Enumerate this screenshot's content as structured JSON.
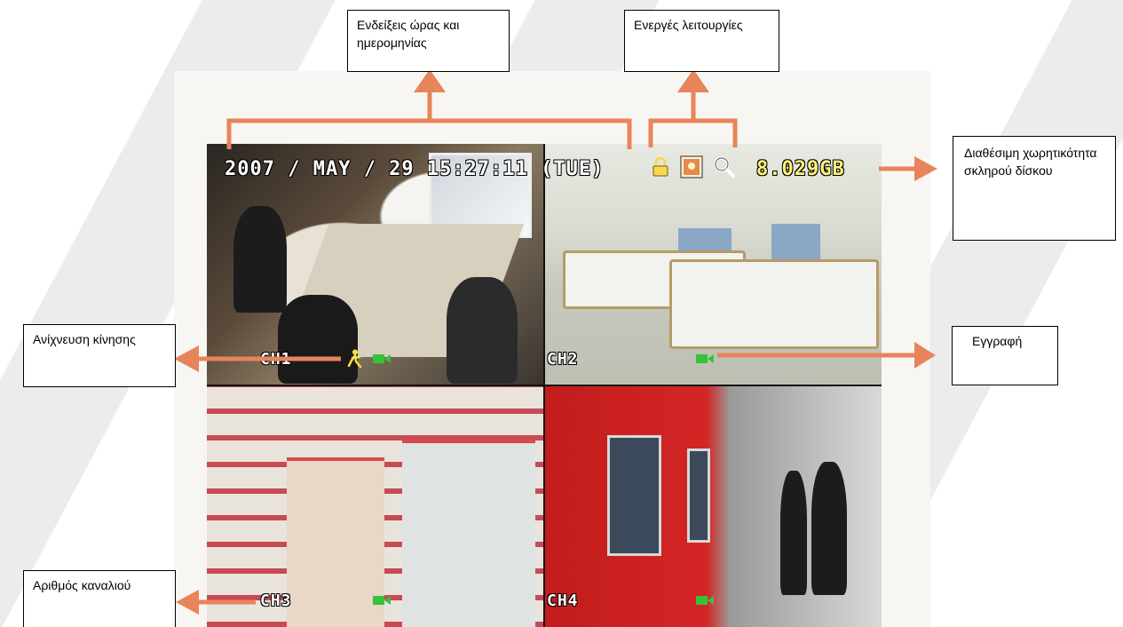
{
  "labels": {
    "datetime": "Ενδείξεις ώρας και ημερομηνίας",
    "functions": "Ενεργές λειτουργίες",
    "hdd": "Διαθέσιμη χωρητικότητα σκληρού δίσκου",
    "motion": "Ανίχνευση κίνησης",
    "record": "Εγγραφή",
    "channel": "Αριθμός καναλιού"
  },
  "osd": {
    "datetime": "2007 / MAY / 29 15:27:11 (TUE)",
    "hdd_free": "8.029GB"
  },
  "channels": [
    "CH1",
    "CH2",
    "CH3",
    "CH4"
  ],
  "colors": {
    "arrow": "#e8845a",
    "osd_text": "#ffffff",
    "hdd_text": "#fff27a",
    "record_icon": "#37c23a"
  },
  "icons": [
    "lock-icon",
    "photo-icon",
    "search-icon",
    "motion-icon",
    "record-icon"
  ]
}
